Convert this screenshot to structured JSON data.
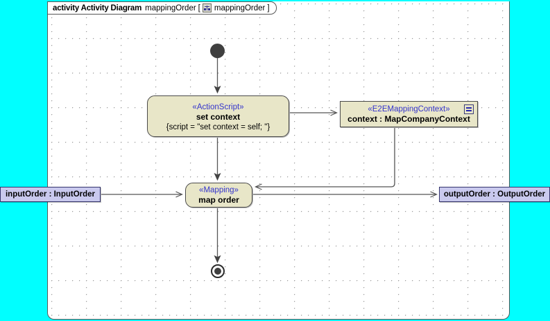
{
  "canvas": {
    "background_color": "#00FFFF",
    "frame_background_color": "#FFFFFF",
    "grid_dot_color": "#9B9B9B"
  },
  "frame": {
    "keyword": "activity Activity Diagram",
    "name": "mappingOrder",
    "bracket_open": "[",
    "icon": "activity-diagram-icon",
    "qualified_name": "mappingOrder",
    "bracket_close": "]"
  },
  "nodes": {
    "initial": {
      "name": "initial-node",
      "type": "initial",
      "color": "#3F3F3F"
    },
    "set_context": {
      "stereotype": "«ActionScript»",
      "name": "set context",
      "body": "{script = \"set context = self; \"}",
      "fill_color": "#E8E6C8",
      "stereotype_color": "#3333CC"
    },
    "context_object": {
      "stereotype": "«E2EMappingContext»",
      "name": "context : MapCompanyContext",
      "fill_color": "#E8E6C8",
      "stereotype_color": "#3333CC",
      "icon": "note-lines-icon"
    },
    "map_order": {
      "stereotype": "«Mapping»",
      "name": "map order",
      "fill_color": "#E8E6C8",
      "stereotype_color": "#3333CC"
    },
    "input_pin": {
      "label": "inputOrder : InputOrder",
      "fill_color": "#C9C9EE"
    },
    "output_pin": {
      "label": "outputOrder : OutputOrder",
      "fill_color": "#C9C9EE"
    },
    "final": {
      "name": "activity-final-node",
      "type": "final",
      "color": "#3F3F3F"
    }
  },
  "edges": [
    {
      "name": "initial-to-set-context",
      "from": "initial",
      "to": "set_context"
    },
    {
      "name": "set-context-to-context-object",
      "from": "set_context",
      "to": "context_object"
    },
    {
      "name": "set-context-to-map-order",
      "from": "set_context",
      "to": "map_order"
    },
    {
      "name": "context-object-to-map-order",
      "from": "context_object",
      "to": "map_order"
    },
    {
      "name": "input-pin-to-map-order",
      "from": "input_pin",
      "to": "map_order"
    },
    {
      "name": "map-order-to-output-pin",
      "from": "map_order",
      "to": "output_pin"
    },
    {
      "name": "map-order-to-final",
      "from": "map_order",
      "to": "final"
    }
  ]
}
